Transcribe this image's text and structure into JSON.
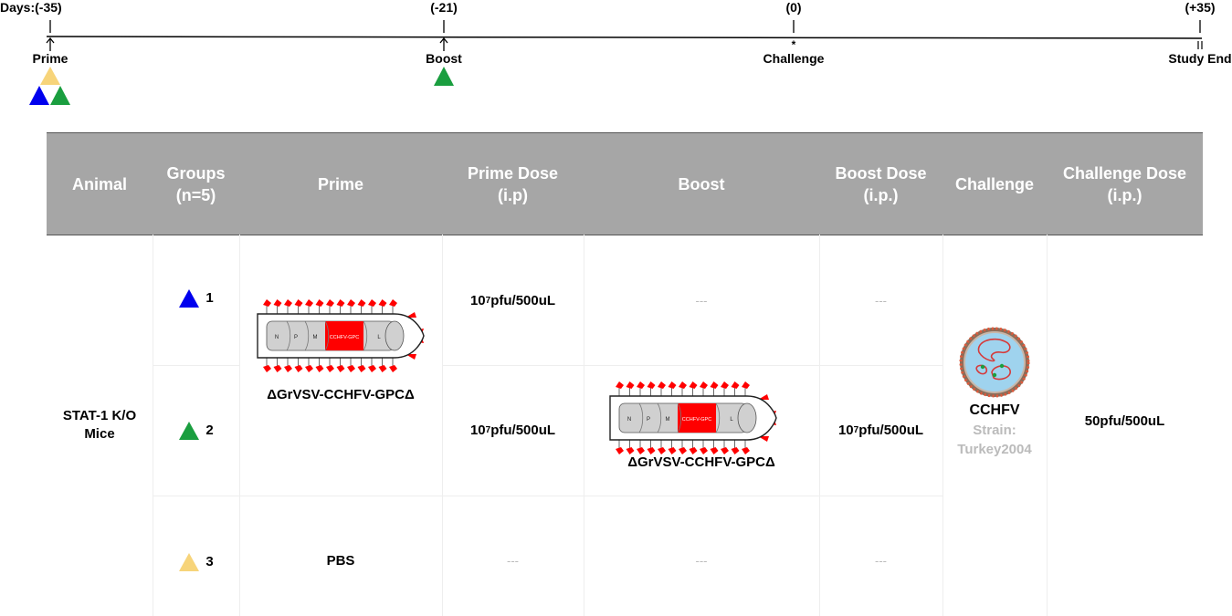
{
  "timeline": {
    "days_prefix": "Days:",
    "points": [
      {
        "day": "(-35)",
        "label": "Prime"
      },
      {
        "day": "(-21)",
        "label": "Boost"
      },
      {
        "day": "(0)",
        "label": "Challenge"
      },
      {
        "day": "(+35)",
        "label": "Study End"
      }
    ],
    "challenge_marker": "*"
  },
  "colors": {
    "group1": "#0000ee",
    "group2": "#1a9e3f",
    "group3": "#f7d47a",
    "header_bg": "#a6a6a6",
    "capsid_red": "#ff0000"
  },
  "table": {
    "headers": {
      "animal": "Animal",
      "groups_line1": "Groups",
      "groups_line2": "(n=5)",
      "prime": "Prime",
      "prime_dose_line1": "Prime Dose",
      "prime_dose_line2": "(i.p)",
      "boost": "Boost",
      "boost_dose_line1": "Boost Dose",
      "boost_dose_line2": "(i.p.)",
      "challenge": "Challenge",
      "challenge_dose_line1": "Challenge Dose",
      "challenge_dose_line2": "(i.p.)"
    },
    "animal_line1": "STAT-1 K/O",
    "animal_line2": "Mice",
    "groups": [
      {
        "number": "1",
        "prime_dose_base": "10",
        "prime_dose_exp": "7",
        "prime_dose_unit": "pfu/500uL",
        "boost": "---",
        "boost_dose": "---"
      },
      {
        "number": "2",
        "prime_dose_base": "10",
        "prime_dose_exp": "7",
        "prime_dose_unit": "pfu/500uL",
        "boost_dose_base": "10",
        "boost_dose_exp": "7",
        "boost_dose_unit": "pfu/500uL"
      },
      {
        "number": "3",
        "prime": "PBS",
        "prime_dose": "---",
        "boost": "---",
        "boost_dose": "---"
      }
    ],
    "vaccine_name": "ΔGrVSV-CCHFV-GPCΔ",
    "vector_segments": [
      "N",
      "P",
      "M",
      "CCHFV-GPC",
      "L"
    ],
    "challenge_virus": "CCHFV",
    "challenge_strain_label": "Strain:",
    "challenge_strain": "Turkey2004",
    "challenge_dose": "50pfu/500uL"
  }
}
